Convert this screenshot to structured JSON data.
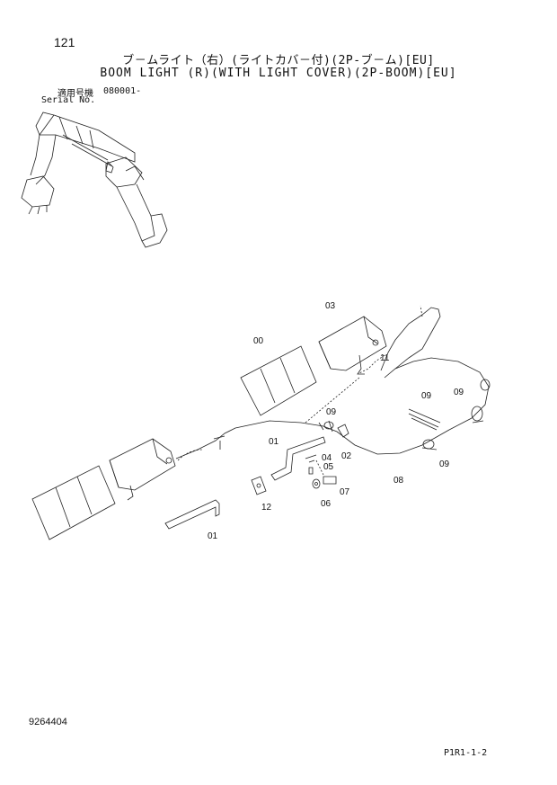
{
  "header": {
    "page_number": "121",
    "title_jp": "ブ－ムライト（右）(ライトカバ－付)(2P-ブ－ム)[EU]",
    "title_en": "BOOM LIGHT (R)(WITH LIGHT COVER)(2P-BOOM)[EU]",
    "serial_label_jp": "適用号機",
    "serial_label_en": "Serial No.",
    "serial_value": "080001-"
  },
  "diagram": {
    "callouts": [
      "00",
      "01",
      "01",
      "02",
      "03",
      "04",
      "05",
      "06",
      "07",
      "08",
      "09",
      "09",
      "09",
      "09",
      "11",
      "12"
    ]
  },
  "footer": {
    "doc_number": "9264404",
    "page_code": "P1R1-1-2"
  }
}
